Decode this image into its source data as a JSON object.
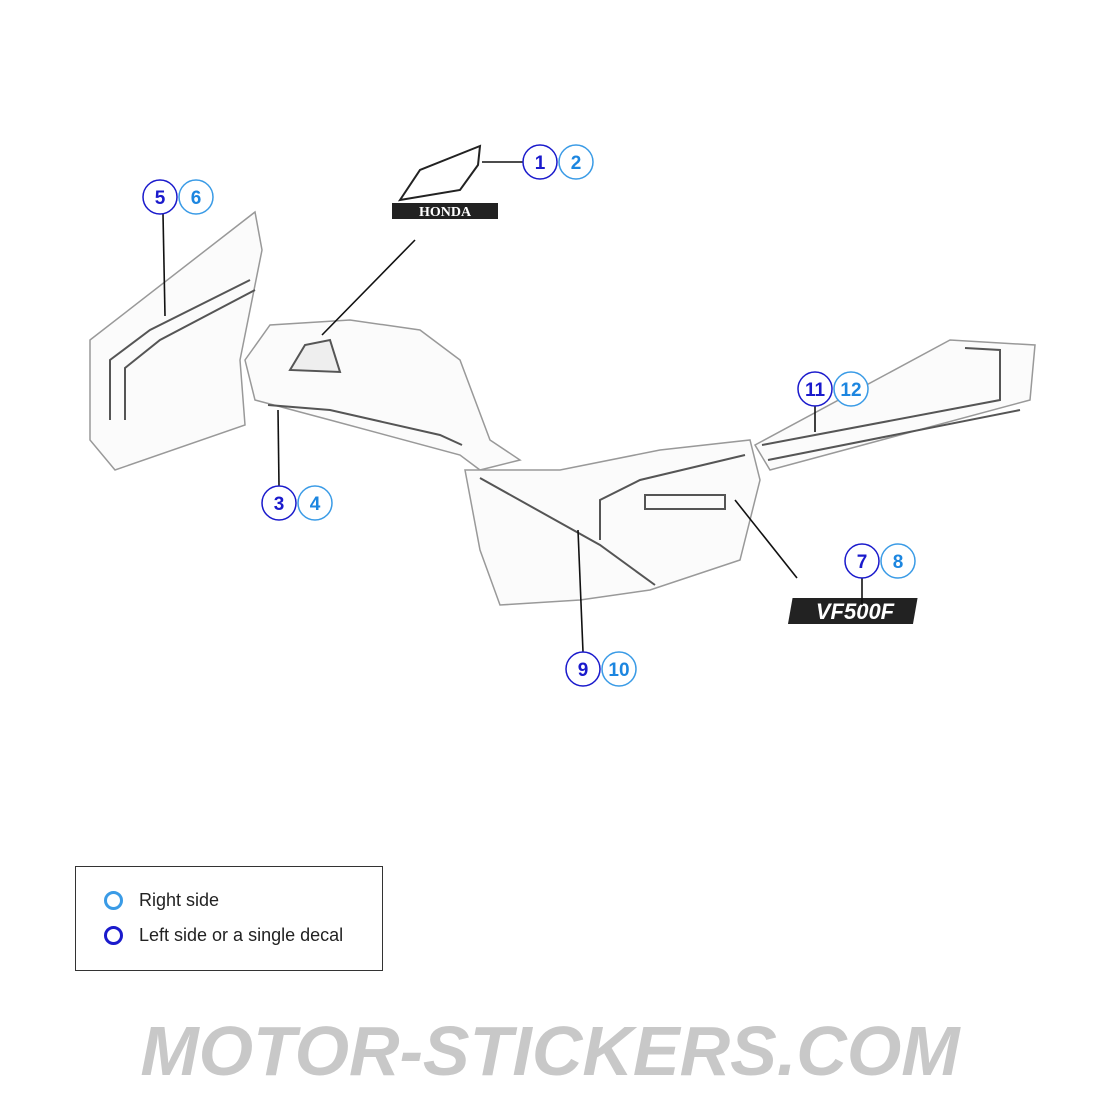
{
  "callouts": [
    {
      "left": "1",
      "right": "2"
    },
    {
      "left": "5",
      "right": "6"
    },
    {
      "left": "3",
      "right": "4"
    },
    {
      "left": "11",
      "right": "12"
    },
    {
      "left": "7",
      "right": "8"
    },
    {
      "left": "9",
      "right": "10"
    }
  ],
  "decals": {
    "logo_text": "HONDA",
    "model_text": "VF500F"
  },
  "legend": {
    "right_side": "Right side",
    "left_side": "Left side or a single decal"
  },
  "watermark": "MOTOR-STICKERS.COM",
  "colors": {
    "left_ring": "#1a1acc",
    "right_ring": "#3a9be6",
    "left_number": "#1a1acc",
    "right_number": "#1c86e0",
    "watermark": "#c8c8c8"
  }
}
